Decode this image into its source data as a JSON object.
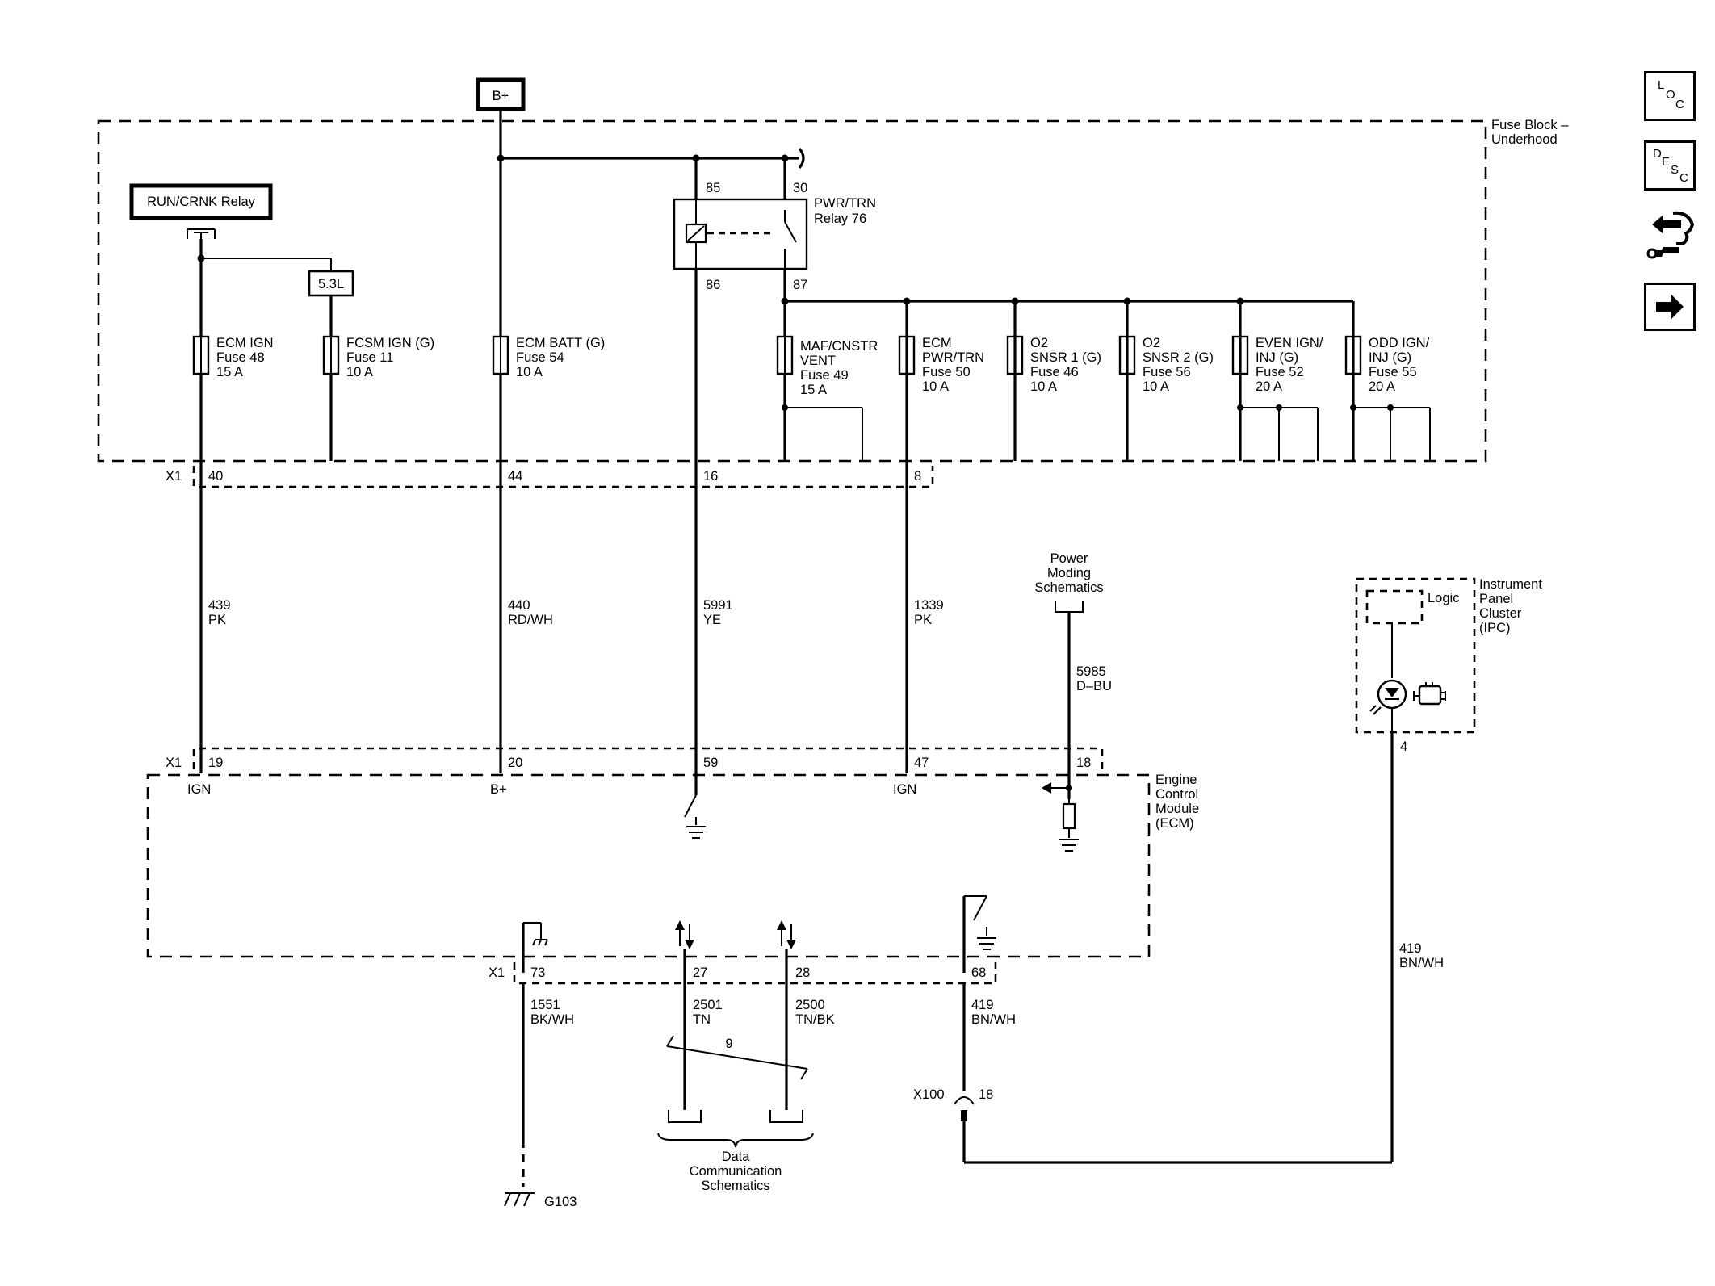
{
  "title": "",
  "power_source": "B+",
  "run_crank_relay": "RUN/CRNK Relay",
  "option_5_3l": "5.3L",
  "fuse_block": [
    "Fuse Block –",
    "Underhood"
  ],
  "relay": {
    "name": [
      "PWR/TRN",
      "Relay 76"
    ],
    "pins": [
      "85",
      "30",
      "86",
      "87"
    ]
  },
  "fuses": [
    {
      "lines": [
        "ECM IGN",
        "Fuse 48",
        "15 A"
      ]
    },
    {
      "lines": [
        "FCSM IGN (G)",
        "Fuse 11",
        "10 A"
      ]
    },
    {
      "lines": [
        "ECM BATT (G)",
        "Fuse 54",
        "10 A"
      ]
    },
    {
      "lines": [
        "MAF/CNSTR",
        "VENT",
        "Fuse 49",
        "15 A"
      ]
    },
    {
      "lines": [
        "ECM",
        "PWR/TRN",
        "Fuse 50",
        "10 A"
      ]
    },
    {
      "lines": [
        "O2",
        "SNSR 1 (G)",
        "Fuse 46",
        "10 A"
      ]
    },
    {
      "lines": [
        "O2",
        "SNSR 2 (G)",
        "Fuse 56",
        "10 A"
      ]
    },
    {
      "lines": [
        "EVEN IGN/",
        "INJ (G)",
        "Fuse 52",
        "20 A"
      ]
    },
    {
      "lines": [
        "ODD IGN/",
        "INJ (G)",
        "Fuse 55",
        "20 A"
      ]
    }
  ],
  "connectors": {
    "fuse_block_x1": {
      "name": "X1",
      "pins": [
        "40",
        "44",
        "16",
        "8"
      ]
    },
    "ecm_x1_top": {
      "name": "X1",
      "pins": [
        "19",
        "20",
        "59",
        "47",
        "18"
      ]
    },
    "ecm_x1_bottom": {
      "name": "X1",
      "pins": [
        "73",
        "27",
        "28",
        "68"
      ]
    },
    "x100": {
      "name": "X100",
      "pin": "18"
    },
    "ipc_pin": "4"
  },
  "circuits": [
    {
      "num": "439",
      "color": "PK"
    },
    {
      "num": "440",
      "color": "RD/WH"
    },
    {
      "num": "5991",
      "color": "YE"
    },
    {
      "num": "1339",
      "color": "PK"
    },
    {
      "num": "5985",
      "color": "D–BU"
    },
    {
      "num": "1551",
      "color": "BK/WH"
    },
    {
      "num": "2501",
      "color": "TN"
    },
    {
      "num": "2500",
      "color": "TN/BK"
    },
    {
      "num": "419",
      "color": "BN/WH"
    },
    {
      "num": "419",
      "color": "BN/WH"
    }
  ],
  "ecm_pin_labels": [
    "IGN",
    "B+",
    "IGN"
  ],
  "ecm_name": [
    "Engine",
    "Control",
    "Module",
    "(ECM)"
  ],
  "power_moding": [
    "Power",
    "Moding",
    "Schematics"
  ],
  "data_comm": [
    "Data",
    "Communication",
    "Schematics"
  ],
  "twist_label": "9",
  "ground_name": "G103",
  "ipc_name": [
    "Instrument",
    "Panel",
    "Cluster",
    "(IPC)"
  ],
  "ipc_logic": "Logic",
  "nav_buttons": [
    {
      "icon": "loc-icon",
      "letters": [
        "L",
        "O",
        "C"
      ]
    },
    {
      "icon": "desc-icon",
      "letters": [
        "D",
        "E",
        "S",
        "C"
      ]
    },
    {
      "icon": "connector-tool-icon"
    },
    {
      "icon": "arrow-right-icon"
    }
  ]
}
